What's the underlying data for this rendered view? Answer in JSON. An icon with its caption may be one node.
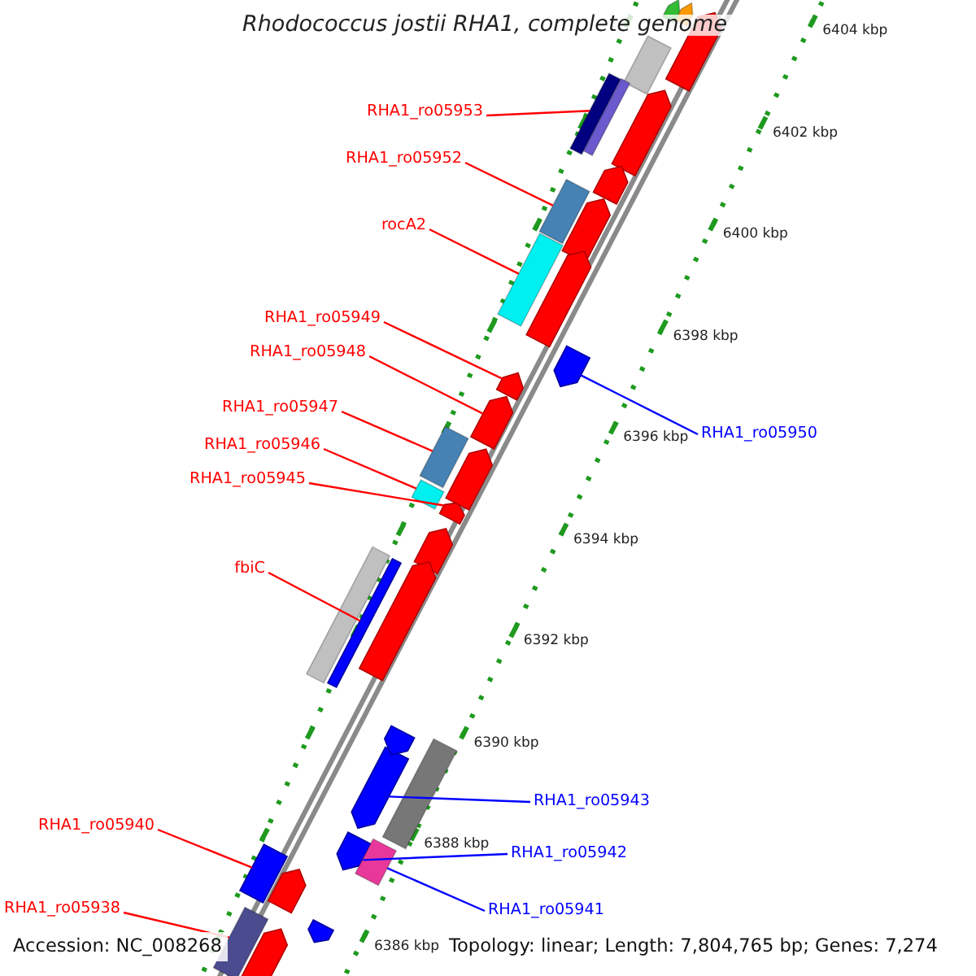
{
  "diagram": {
    "title": "Rhodococcus jostii RHA1, complete genome",
    "nodes": [
      {
        "text": [
          "RHA1_ro05953"
        ]
      },
      {
        "text": [],
        "shape": "box"
      },
      {
        "text": [
          "RHA1_ro05952"
        ]
      },
      {
        "text": [],
        "shape": "box"
      },
      {
        "text": [
          "rocA2"
        ]
      },
      {
        "text": [],
        "shape": "box"
      },
      {
        "text": [
          "RHA1_ro05949"
        ]
      },
      {
        "text": [],
        "shape": "arrow"
      },
      {
        "text": [
          "RHA1_ro05950"
        ]
      },
      {
        "text": [],
        "shape": "arrow"
      },
      {
        "text": [
          "RHA1_ro05948"
        ]
      },
      {
        "text": [],
        "shape": "arrow"
      },
      {
        "text": [
          "RHA1_ro05947"
        ]
      },
      {
        "text": [],
        "shape": "box"
      },
      {
        "text": [
          "RHA1_ro05946"
        ]
      },
      {
        "text": [],
        "shape": "box"
      },
      {
        "text": [
          "RHA1_ro05945"
        ]
      },
      {
        "text": [],
        "shape": "arrow"
      },
      {
        "text": [
          "fbiC"
        ]
      },
      {
        "text": [],
        "shape": "box"
      },
      {
        "text": [
          "RHA1_ro05943"
        ]
      },
      {
        "text": [],
        "shape": "arrow"
      },
      {
        "text": [
          "RHA1_ro05942"
        ]
      },
      {
        "text": [],
        "shape": "arrow"
      },
      {
        "text": [
          "RHA1_ro05941"
        ]
      },
      {
        "text": [],
        "shape": "box"
      },
      {
        "text": [
          "RHA1_ro05940"
        ]
      },
      {
        "text": [],
        "shape": "box"
      },
      {
        "text": [
          "RHA1_ro05938"
        ]
      },
      {
        "text": [],
        "shape": "box"
      },
      {
        "text": [],
        "shape": "arrow"
      },
      {
        "text": [],
        "shape": "arrow"
      },
      {
        "text": [],
        "shape": "box"
      },
      {
        "text": [],
        "shape": "arrow"
      },
      {
        "text": [],
        "shape": "arrow"
      },
      {
        "text": [],
        "shape": "box"
      },
      {
        "text": [],
        "shape": "arrow"
      },
      {
        "text": [],
        "shape": "arrow"
      },
      {
        "text": [],
        "shape": "arrow"
      },
      {
        "text": [],
        "shape": "arrow"
      },
      {
        "text": [],
        "shape": "arrow"
      },
      {
        "text": [],
        "shape": "box"
      },
      {
        "text": [],
        "shape": "arrow"
      },
      {
        "text": [],
        "shape": "arrow"
      },
      {
        "text": [],
        "shape": "box"
      },
      {
        "text": [],
        "shape": "arrow"
      },
      {
        "text": [],
        "shape": "arrow"
      },
      {
        "text": [],
        "shape": "arrow"
      }
    ],
    "edges": [
      {
        "from": 0,
        "to": 1,
        "arrow": "none"
      },
      {
        "from": 2,
        "to": 3,
        "arrow": "none"
      },
      {
        "from": 4,
        "to": 5,
        "arrow": "none"
      },
      {
        "from": 6,
        "to": 7,
        "arrow": "none"
      },
      {
        "from": 8,
        "to": 9,
        "arrow": "none",
        "color": "#0000ff"
      },
      {
        "from": 10,
        "to": 11,
        "arrow": "none"
      },
      {
        "from": 12,
        "to": 13,
        "arrow": "none"
      },
      {
        "from": 14,
        "to": 15,
        "arrow": "none"
      },
      {
        "from": 16,
        "to": 17,
        "arrow": "none"
      },
      {
        "from": 18,
        "to": 19,
        "arrow": "none"
      },
      {
        "from": 20,
        "to": 21,
        "arrow": "none",
        "color": "#0000ff"
      },
      {
        "from": 22,
        "to": 23,
        "arrow": "none",
        "color": "#0000ff"
      },
      {
        "from": 24,
        "to": 25,
        "arrow": "none",
        "color": "#0000ff"
      },
      {
        "from": 26,
        "to": 27,
        "arrow": "none"
      },
      {
        "from": 28,
        "to": 29,
        "arrow": "none"
      }
    ],
    "labels": [
      "6404 kbp",
      "6402 kbp",
      "6400 kbp",
      "6398 kbp",
      "6396 kbp",
      "6394 kbp",
      "6392 kbp",
      "6390 kbp",
      "6388 kbp",
      "6386 kbp",
      "Accession: NC_008268",
      "Topology: linear; Length: 7,804,765 bp; Genes: 7,274"
    ]
  }
}
